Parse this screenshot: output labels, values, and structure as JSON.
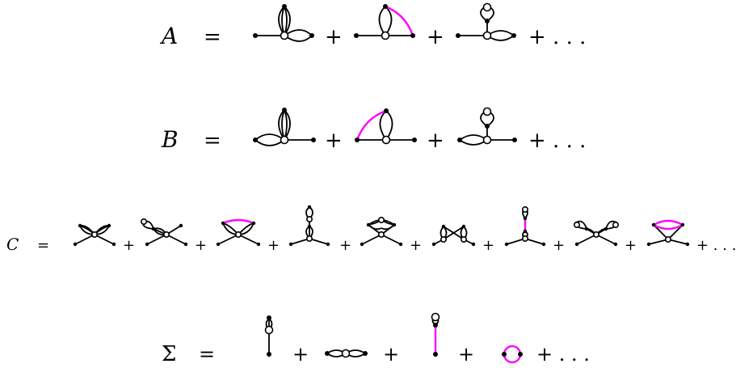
{
  "equations": {
    "a": {
      "symbol": "A",
      "equals": "=",
      "plus": "+",
      "ellipsis": "+ . . ."
    },
    "b": {
      "symbol": "B",
      "equals": "=",
      "plus": "+",
      "ellipsis": "+ . . ."
    },
    "c": {
      "symbol": "C",
      "equals": "=",
      "plus": "+",
      "ellipsis": "+ . . ."
    },
    "sigma": {
      "symbol": "Σ",
      "equals": "=",
      "plus": "+",
      "ellipsis": "+ . . ."
    }
  },
  "colors": {
    "line": "#000000",
    "highlight": "#ff00ff",
    "vertex_fill": "#ffffff"
  }
}
